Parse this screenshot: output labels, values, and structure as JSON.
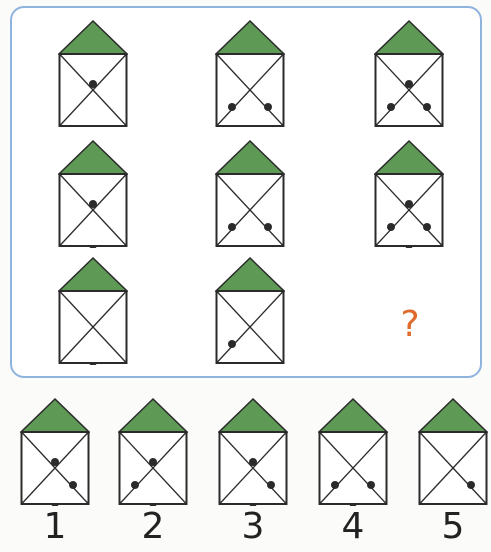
{
  "colors": {
    "roof": "#5e9a56",
    "line": "#2b2b2b",
    "dot": "#2b2b2b",
    "panel_border": "#8fb3df",
    "question": "#e06a2b"
  },
  "grid": [
    {
      "dots": [
        "top"
      ]
    },
    {
      "dots": [
        "left",
        "right"
      ]
    },
    {
      "dots": [
        "top",
        "left",
        "right"
      ]
    },
    {
      "dots": [
        "top",
        "bottom"
      ]
    },
    {
      "dots": [
        "left",
        "right"
      ]
    },
    {
      "dots": [
        "top",
        "left",
        "right",
        "bottom"
      ]
    },
    {
      "dots": [
        "bottom"
      ]
    },
    {
      "dots": [
        "left"
      ]
    }
  ],
  "question_mark": "?",
  "options": [
    {
      "label": "1",
      "dots": [
        "top",
        "right",
        "bottom"
      ]
    },
    {
      "label": "2",
      "dots": [
        "top",
        "left",
        "bottom"
      ]
    },
    {
      "label": "3",
      "dots": [
        "top",
        "right",
        "bottom"
      ]
    },
    {
      "label": "4",
      "dots": [
        "left",
        "right",
        "bottom"
      ]
    },
    {
      "label": "5",
      "dots": [
        "right"
      ]
    }
  ]
}
